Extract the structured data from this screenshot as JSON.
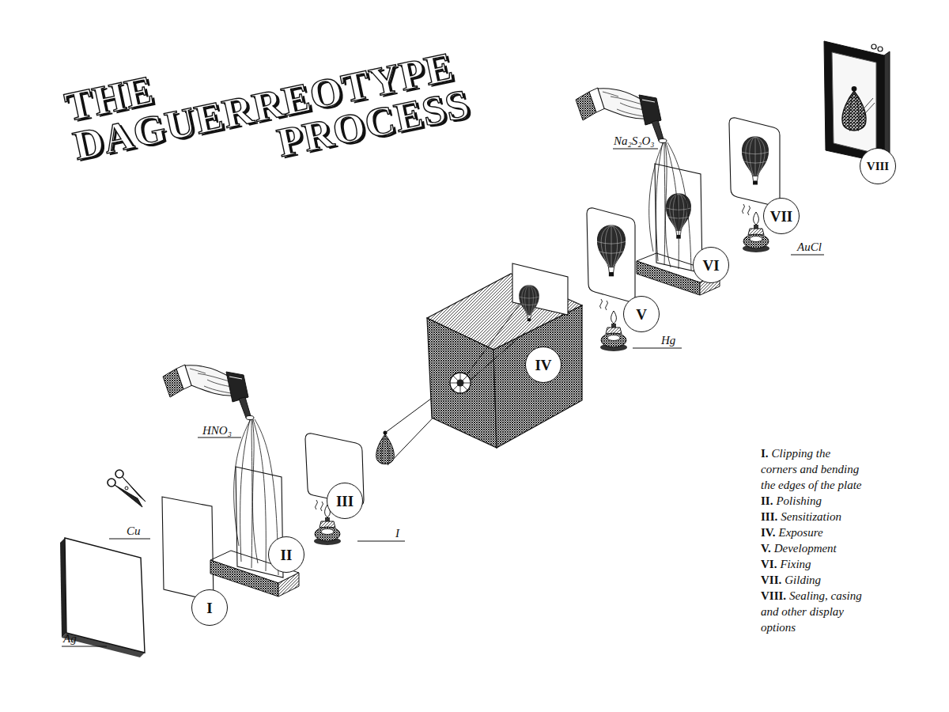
{
  "diagram": {
    "title": "THE DAGUERREOTYPE PROCESS",
    "nodes": [
      {
        "text": [
          "I"
        ]
      },
      {
        "text": [
          "II"
        ]
      },
      {
        "text": [
          "III"
        ]
      },
      {
        "text": [
          "IV"
        ]
      },
      {
        "text": [
          "V"
        ]
      },
      {
        "text": [
          "VI"
        ]
      },
      {
        "text": [
          "VII"
        ]
      },
      {
        "text": [
          "VIII"
        ]
      }
    ],
    "labels": [
      "Ag",
      "Cu",
      "HNO₃",
      "I",
      "Hg",
      "Na₂S₂O₃",
      "AuCl",
      "I.",
      "Clipping the corners and bending the edges of the plate",
      "II.",
      "Polishing",
      "III.",
      "Sensitization",
      "IV.",
      "Exposure",
      "V.",
      "Development",
      "VI.",
      "Fixing",
      "VII.",
      "Gilding",
      "VIII.",
      "Sealing, casing and other display options"
    ]
  }
}
